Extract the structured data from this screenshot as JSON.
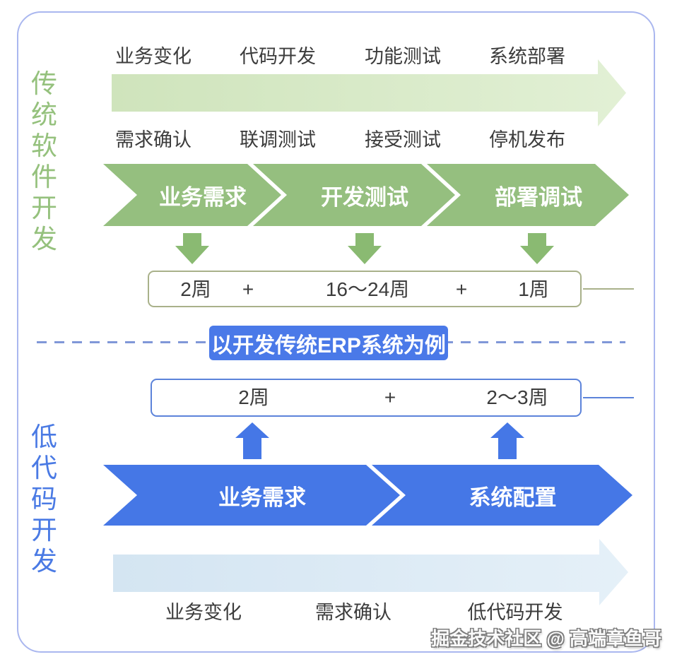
{
  "traditional": {
    "title": "传统软件开发",
    "top_labels": [
      "业务变化",
      "代码开发",
      "功能测试",
      "系统部署"
    ],
    "mid_labels": [
      "需求确认",
      "联调测试",
      "接受测试",
      "停机发布"
    ],
    "phases": [
      "业务需求",
      "开发测试",
      "部署调试"
    ],
    "durations": [
      "2周",
      "+",
      "16～24周",
      "+",
      "1周"
    ]
  },
  "divider": {
    "badge_label": "以开发传统ERP系统为例"
  },
  "lowcode": {
    "title": "低代码开发",
    "durations": [
      "2周",
      "+",
      "2～3周"
    ],
    "phases": [
      "业务需求",
      "系统配置"
    ],
    "bottom_labels": [
      "业务变化",
      "需求确认",
      "低代码开发"
    ]
  },
  "watermark": "掘金技术社区 @ 高端章鱼哥",
  "colors": {
    "frame": "#aab7ef",
    "green_text": "#95c17d",
    "green_phase": "#95bf7f",
    "green_arrow": "#8aba72",
    "olive": "#a9b18a",
    "dash": "#8097d8",
    "blue": "#4a79e8",
    "blue_border": "#5c83da",
    "blue_phase": "#4577e6",
    "blue_text": "#4a7ae4",
    "label": "#3c3c3c"
  }
}
